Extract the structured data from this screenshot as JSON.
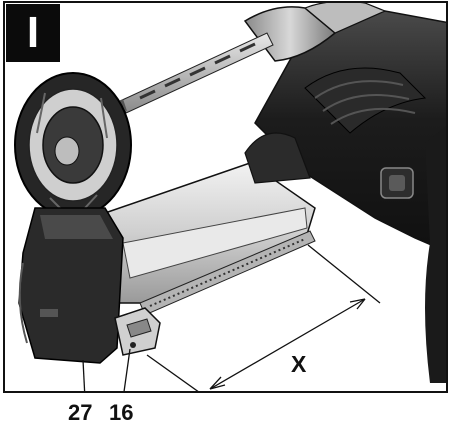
{
  "step": {
    "label": "I"
  },
  "callouts": {
    "part_27": "27",
    "part_16": "16",
    "dimension_x": "X"
  },
  "colors": {
    "tool_dark": "#1a1a1a",
    "tool_mid": "#3a3a3a",
    "metal_light": "#dcdcdc",
    "metal_mid": "#a7a7a7",
    "outline": "#111111"
  }
}
